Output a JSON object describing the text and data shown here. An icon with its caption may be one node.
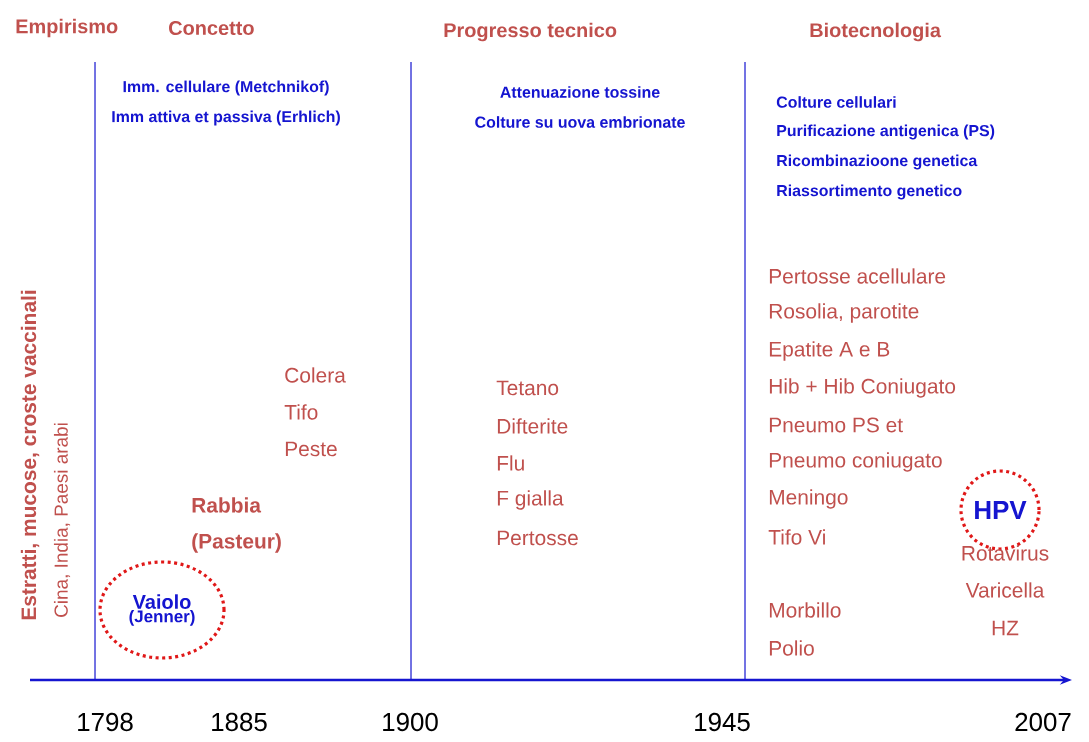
{
  "diagram": {
    "nodes": [
      {
        "text": [
          "Vaiolo",
          "(Jenner)"
        ]
      },
      {
        "text": [
          "HPV"
        ]
      }
    ],
    "labels": [
      "Empirismo",
      "Concetto",
      "Progresso tecnico",
      "Biotecnologia",
      "Imm. cellulare (Metchnikof)",
      "Imm attiva et passiva (Erhlich)",
      "Attenuazione tossine",
      "Colture su uova embrionate",
      "Colture cellulari",
      "Purificazione antigenica (PS)",
      "Ricombinazioone genetica",
      "Riassortimento genetico",
      "Estratti, mucose, croste vaccinali",
      "Cina, India, Paesi arabi",
      "Colera",
      "Tifo",
      "Peste",
      "Rabbia",
      "(Pasteur)",
      "Tetano",
      "Difterite",
      "Flu",
      "F gialla",
      "Pertosse",
      "Pertosse acellulare",
      "Rosolia, parotite",
      "Epatite A e B",
      "Hib + Hib Coniugato",
      "Pneumo PS et",
      "Pneumo coniugato",
      "Meningo",
      "Tifo Vi",
      "Morbillo",
      "Polio",
      "Rotavirus",
      "Varicella",
      "HZ",
      "1798",
      "1885",
      "1900",
      "1945",
      "2007"
    ]
  }
}
